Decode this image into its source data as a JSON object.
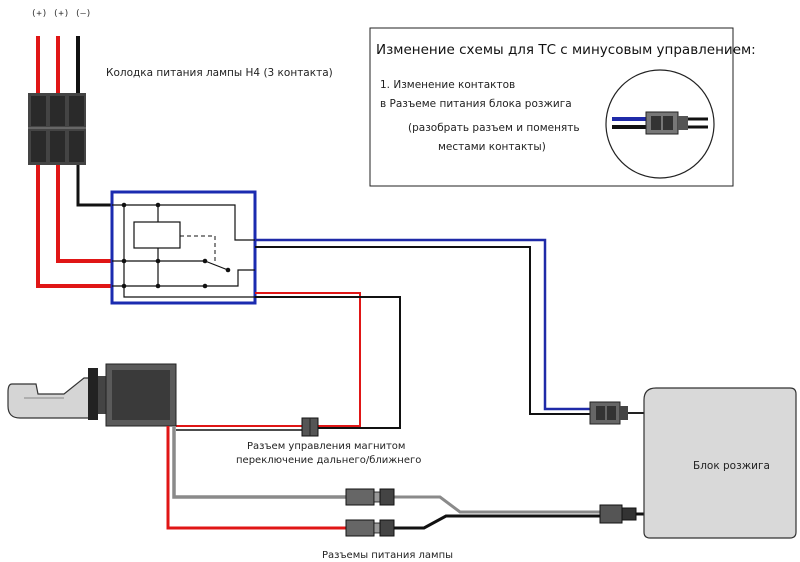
{
  "polarity": {
    "left": "(+)",
    "middle": "(+)",
    "right": "(–)"
  },
  "connector_h4": {
    "label": "Колодка питания лампы Н4 (3 контакта)"
  },
  "info_box": {
    "title": "Изменение схемы для ТС с минусовым управлением:",
    "line1": "1. Изменение контактов",
    "line2": "в Разъеме питания блока розжига",
    "line3": "(разобрать разъем и поменять",
    "line4": "местами контакты)"
  },
  "magnet_connector": {
    "line1": "Разъем управления магнитом",
    "line2": "переключение дальнего/ближнего"
  },
  "ignition_unit": {
    "label": "Блок розжига"
  },
  "lamp_connectors": {
    "label": "Разъемы питания лампы"
  },
  "colors": {
    "wire_red": "#e01616",
    "wire_black": "#111111",
    "wire_blue": "#1f2aa8",
    "relay_frame": "#1b2bb0",
    "unit_fill": "#d9d9d9",
    "wire_gray": "#8a8a8a"
  }
}
